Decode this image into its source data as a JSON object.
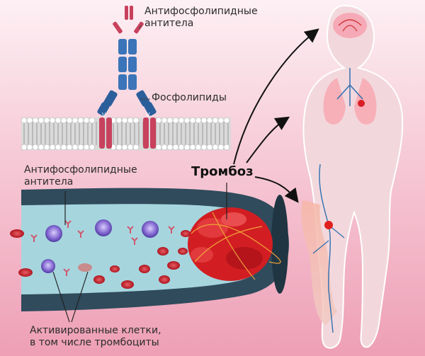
{
  "labels": {
    "apl_antibodies_top": [
      "Антифосфолипидные",
      "антитела"
    ],
    "phospholipids": "Фосфолипиды",
    "apl_antibodies_vessel": [
      "Антифосфолипидные",
      "антитела"
    ],
    "thrombosis": "Тромбоз",
    "activated_cells": [
      "Активированные клетки,",
      "в том числе тромбоциты"
    ]
  },
  "colors": {
    "antibody_heavy": "#3b74b8",
    "antibody_light": "#2b5f9c",
    "receptor": "#c8415d",
    "membrane_head": "#ffffff",
    "membrane_tail": "#c9c9c9",
    "vessel_wall": "#2f4b5c",
    "vessel_lumen": "#9fcfd8",
    "rbc": "#c9232d",
    "clot": "#d21e22",
    "activated_cell": "#7d63c7",
    "body_fill": "#f2d8dd",
    "body_outline": "#ffffff",
    "arrow": "#111111"
  }
}
